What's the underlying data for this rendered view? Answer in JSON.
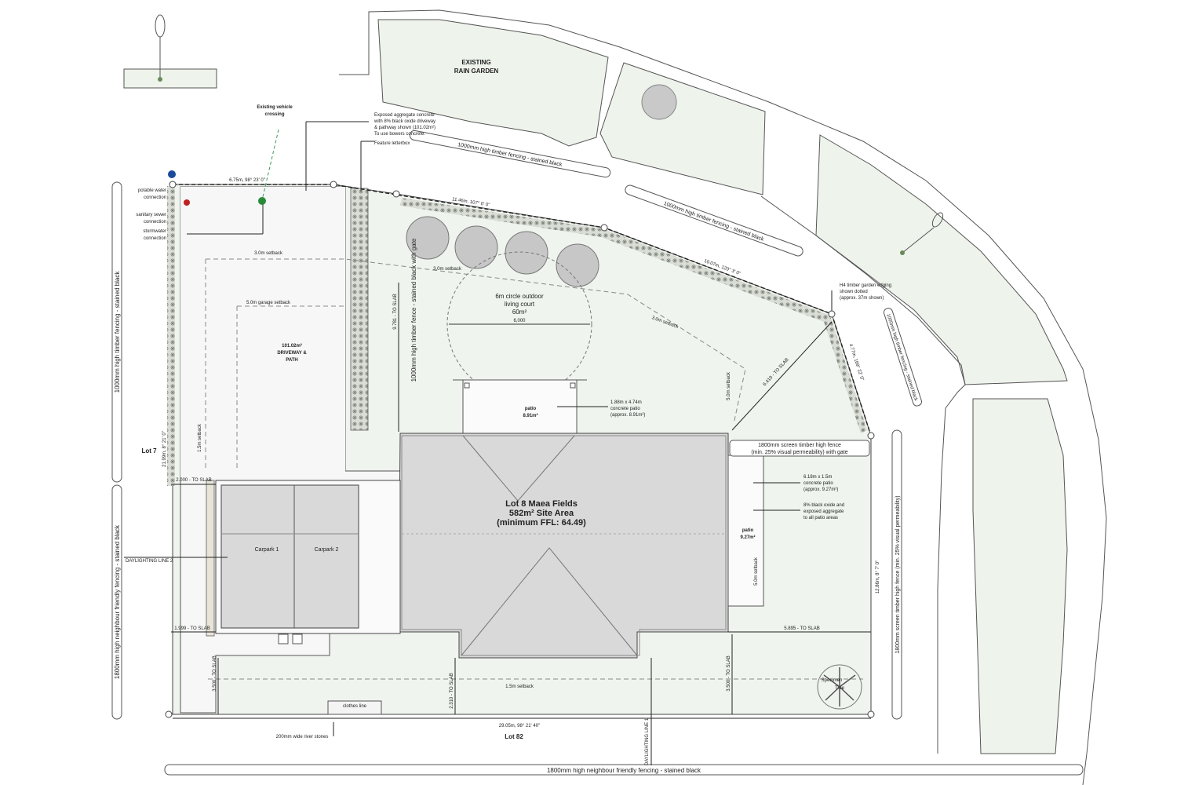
{
  "top_labels": {
    "rain_garden_1": "EXISTING",
    "rain_garden_2": "RAIN GARDEN",
    "vehicle_crossing_1": "Existing vehicle",
    "vehicle_crossing_2": "crossing",
    "driveway_note": [
      "Exposed aggregate concrete",
      "with 8% black oxide driveway",
      "& pathway shown (101.02m²)",
      "To use bowers concrete."
    ],
    "letterbox": "Feature letterbox"
  },
  "services": {
    "potable_1": "potable water",
    "potable_2": "connection",
    "sewer_1": "sanitary sewer",
    "sewer_2": "connection",
    "storm_1": "stormwater",
    "storm_2": "connection"
  },
  "fences": {
    "top_fence_1": "1000mm high timber fencing - stained black",
    "top_fence_2": "1000mm high timber fencing - stained black",
    "right_fence": "1000mm high timber fencing - stained black",
    "left_fence_upper": "1000mm high timber fencing - stained black",
    "left_fence_lower": "1800mm high neighbour friendly fencing - stained black",
    "bottom_fence": "1800mm high neighbour friendly fencing - stained black",
    "right_outer_fence": "1800mm screen timber high fence (min. 25% visual permeability)",
    "inner_fence": "1000mm high timber fence - stained black with gate",
    "screen_fence_1": "1800mm screen timber high fence",
    "screen_fence_2": "(min. 25% visual permeability) with gate"
  },
  "dimensions": {
    "top_left": "6.75m, 98° 23' 0\"",
    "top_mid": "11.46m, 107° 0' 0\"",
    "right_diag": "10.07m, 120° 3' 0\"",
    "right_side": "4.77m, 169° 22' 0\"",
    "left_side": "21.99m, 8° 21' 0\"",
    "right_lower": "12.86m, 8° 7' 0\"",
    "bottom": "29.05m, 98° 21' 40\"",
    "circle_width": "6,000",
    "slab_left_top": "2.000 - TO SLAB",
    "slab_left_bottom": "1.999 - TO SLAB",
    "slab_right": "5.895 - TO SLAB",
    "slab_bottom_left": "3.500 - TO SLAB",
    "slab_bottom_mid": "2.310 - TO SLAB",
    "slab_bottom_right": "3.500 - TO SLAB",
    "slab_inner": "9.781 - TO SLAB",
    "slab_diag": "6.419 - TO SLAB"
  },
  "setbacks": {
    "s1": "3.0m setback",
    "s2": "3.0m setback",
    "s3": "5.0m garage setback",
    "s4": "3.0m setback",
    "s5": "5.0m setback",
    "s6": "1.5m setback",
    "s7": "5.0m setback",
    "s8": "1.5m setback"
  },
  "areas": {
    "driveway_1": "101.02m²",
    "driveway_2": "DRIVEWAY &",
    "driveway_3": "PATH",
    "court_1": "6m circle outdoor",
    "court_2": "living court",
    "court_3": "60m²",
    "patio_top_1": "patio",
    "patio_top_2": "8.91m²",
    "patio_top_note": [
      "1.88m x 4.74m",
      "concrete patio",
      "(approx. 8.91m²)"
    ],
    "patio_right_1": "patio",
    "patio_right_2": "9.27m²",
    "patio_right_note": [
      "6.18m x 1.5m",
      "concrete patio",
      "(approx. 9.27m²)"
    ],
    "oxide_note": [
      "8% black oxide and",
      "exposed aggregate",
      "to all patio areas"
    ],
    "edging_note": [
      "H4 timber garden edging",
      "shown dotted",
      "(approx. 37m shown)"
    ]
  },
  "house": {
    "title_1": "Lot 8 Maea Fields",
    "title_2": "582m² Site Area",
    "title_3": "(minimum FFL: 64.49)",
    "carpark_1": "Carpark 1",
    "carpark_2": "Carpark 2"
  },
  "misc": {
    "lot7": "Lot 7",
    "lot82": "Lot 82",
    "daylight_2": "DAYLIGHTING LINE 2",
    "daylight_1": "DAYLIGHTING LINE 1",
    "clothes_line": "clothes line",
    "river_stones": "200mm wide river stones",
    "specimen_1": "Specimen",
    "specimen_2": "Tree"
  }
}
